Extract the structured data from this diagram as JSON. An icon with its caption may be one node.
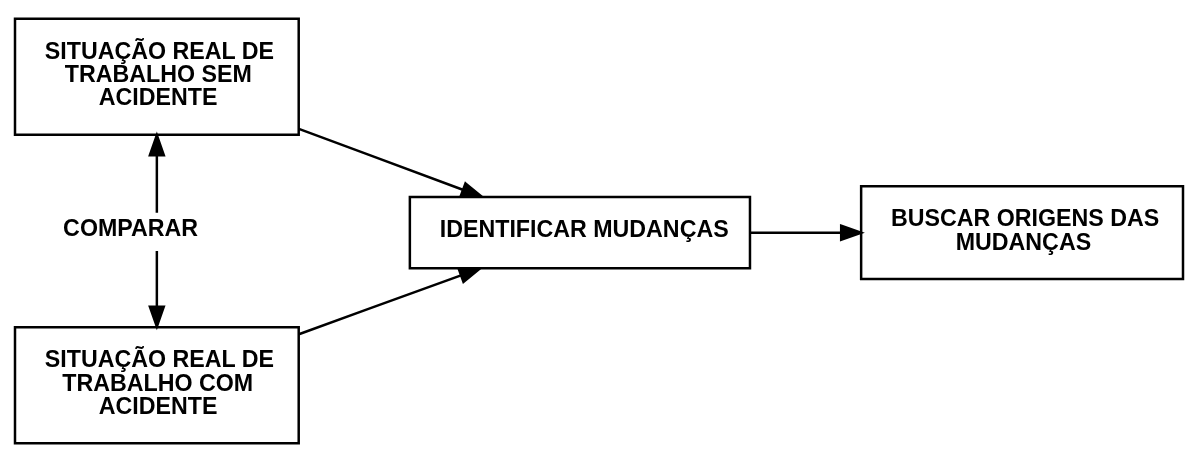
{
  "diagram": {
    "nodes": [
      {
        "text": [
          "SITUAÇÃO REAL DE TRABALHO SEM ACIDENTE"
        ]
      },
      {
        "text": [
          "SITUAÇÃO REAL DE TRABALHO COM ACIDENTE"
        ]
      },
      {
        "text": [
          "IDENTIFICAR MUDANÇAS"
        ]
      },
      {
        "text": [
          "BUSCAR ORIGENS DAS MUDANÇAS"
        ]
      }
    ],
    "edges": [
      {
        "from": 0,
        "to": 1,
        "arrow": "both",
        "label": "COMPARAR"
      },
      {
        "from": 0,
        "to": 2,
        "arrow": "to"
      },
      {
        "from": 1,
        "to": 2,
        "arrow": "to"
      },
      {
        "from": 2,
        "to": 3,
        "arrow": "to"
      }
    ]
  }
}
